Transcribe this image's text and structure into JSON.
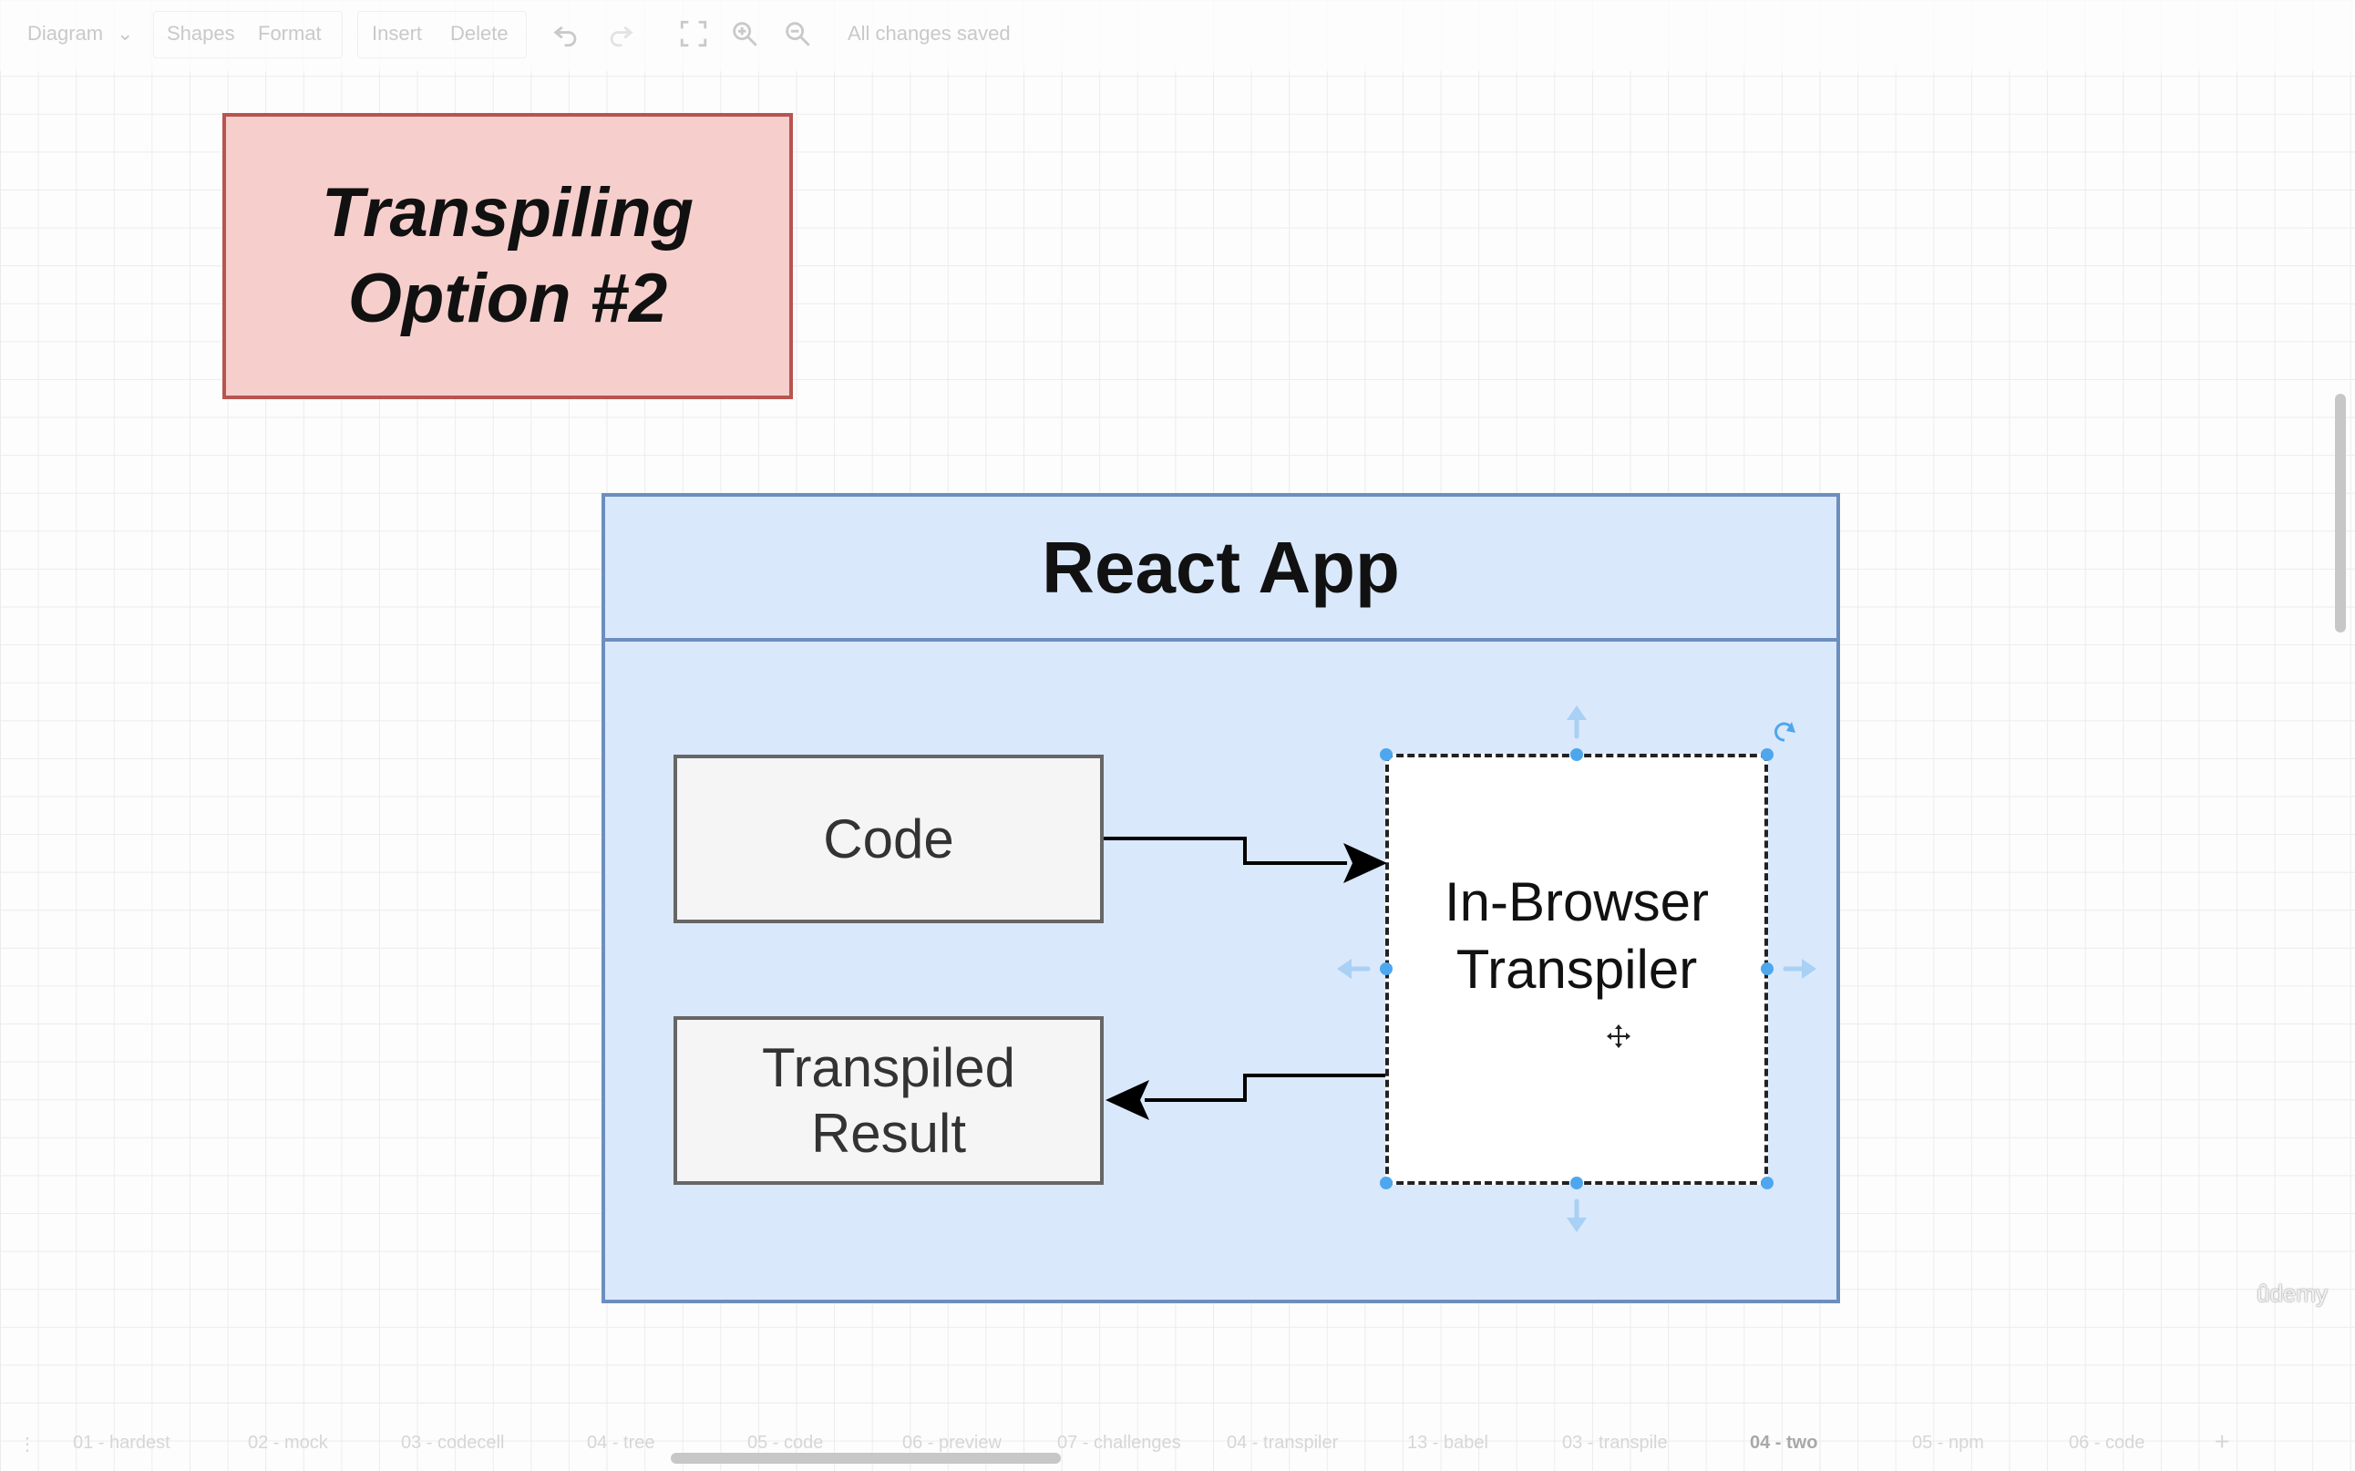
{
  "toolbar": {
    "diagram_menu": "Diagram",
    "shapes": "Shapes",
    "format": "Format",
    "insert": "Insert",
    "delete": "Delete",
    "status": "All changes saved"
  },
  "diagram": {
    "title": "Transpiling\nOption #2",
    "container_label": "React App",
    "code_label": "Code",
    "result_label": "Transpiled\nResult",
    "transpiler_label": "In-Browser\nTranspiler"
  },
  "colors": {
    "title_fill": "#f6cfcc",
    "title_stroke": "#b85450",
    "container_fill": "#dae8fc",
    "container_stroke": "#6c8ebf",
    "node_fill": "#f5f5f5",
    "node_stroke": "#666666",
    "selection_handle": "#4ea7ee"
  },
  "page_tabs": [
    {
      "label": "01 - hardest",
      "active": false
    },
    {
      "label": "02 - mock",
      "active": false
    },
    {
      "label": "03 - codecell",
      "active": false
    },
    {
      "label": "04 - tree",
      "active": false
    },
    {
      "label": "05 - code",
      "active": false
    },
    {
      "label": "06 - preview",
      "active": false
    },
    {
      "label": "07 - challenges",
      "active": false
    },
    {
      "label": "04 - transpiler",
      "active": false
    },
    {
      "label": "13 - babel",
      "active": false
    },
    {
      "label": "03 - transpile",
      "active": false
    },
    {
      "label": "04 - two",
      "active": true
    },
    {
      "label": "05 - npm",
      "active": false
    },
    {
      "label": "06 - code",
      "active": false
    }
  ],
  "watermark": "ûdemy",
  "icons": [
    "undo-icon",
    "redo-icon",
    "fullscreen-icon",
    "zoom-in-icon",
    "zoom-out-icon",
    "rotate-icon",
    "add-page-icon",
    "more-icon",
    "move-cursor-icon"
  ]
}
